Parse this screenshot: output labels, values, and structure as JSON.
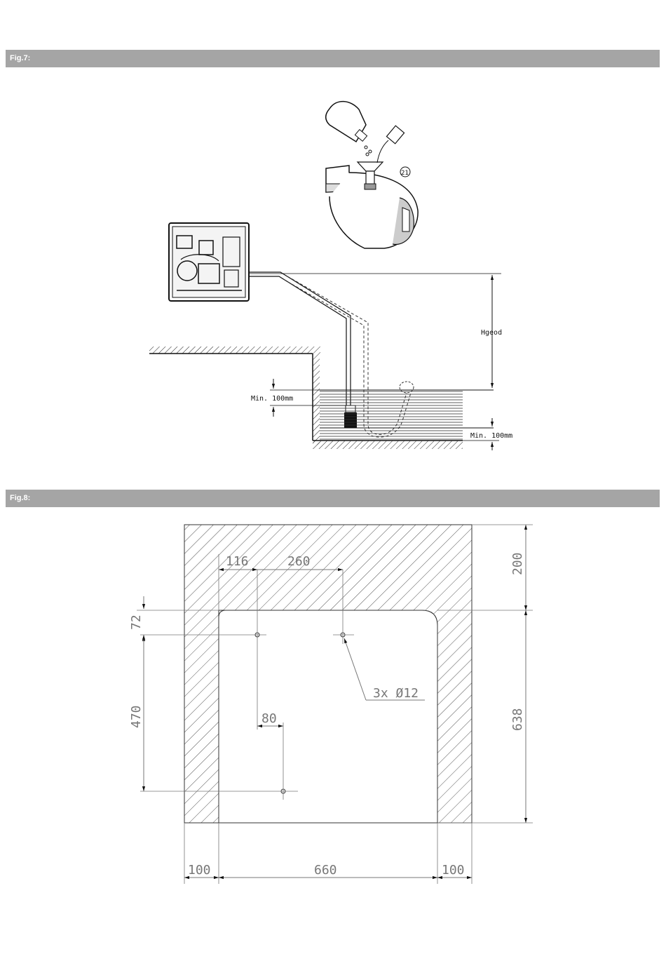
{
  "fig7": {
    "title": "Fig.7:",
    "label_hgeod": "Hgeod",
    "label_min_left": "Min. 100mm",
    "label_min_right": "Min. 100mm",
    "callout_number": "21"
  },
  "fig8": {
    "title": "Fig.8:",
    "dim_116": "116",
    "dim_260": "260",
    "dim_200": "200",
    "dim_72": "72",
    "dim_470": "470",
    "dim_80": "80",
    "dim_638": "638",
    "dim_holes": "3x Ø12",
    "dim_100_left": "100",
    "dim_660": "660",
    "dim_100_right": "100"
  },
  "colors": {
    "bar": "#a5a5a5",
    "line": "#111111",
    "dimension": "#777777"
  }
}
